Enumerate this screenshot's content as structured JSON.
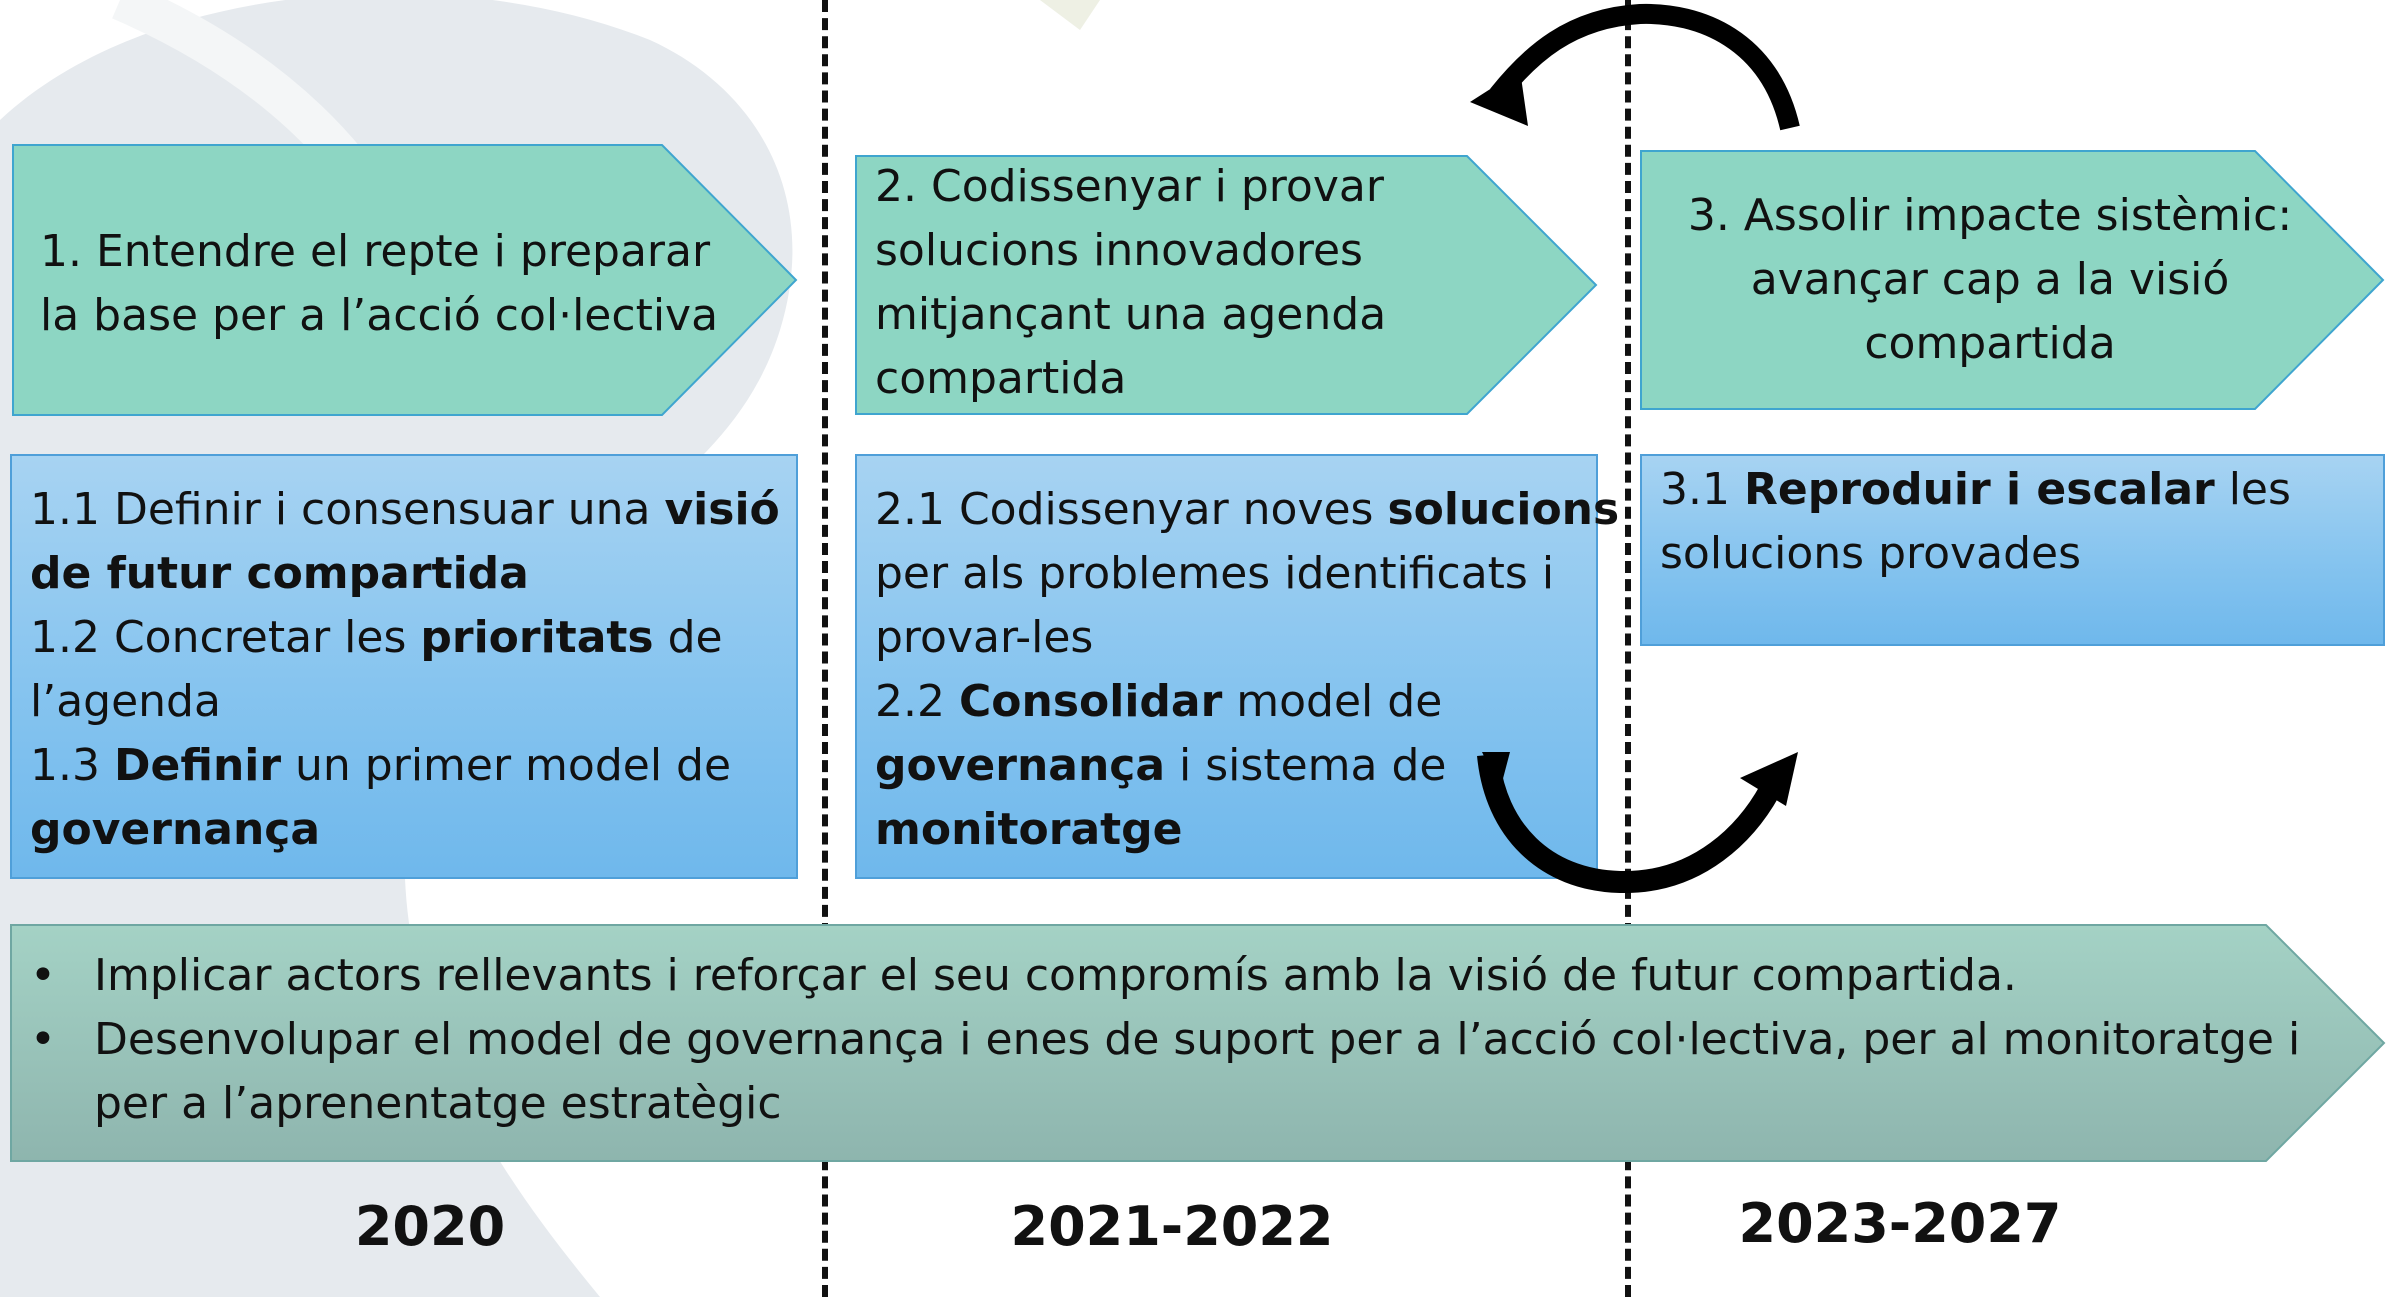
{
  "stages": [
    {
      "lines": [
        "1. Entendre el repte i preparar",
        "la base per a l’acció col·lectiva"
      ]
    },
    {
      "lines": [
        "2. Codissenyar i provar",
        "solucions innovadores",
        "mitjançant una agenda",
        "compartida"
      ]
    },
    {
      "lines": [
        "3. Assolir impacte sistèmic:",
        "avançar cap a la visió",
        "compartida"
      ]
    }
  ],
  "detail_boxes": [
    {
      "lines": [
        {
          "pre": "1.1 Definir i consensuar una ",
          "bold": "visió",
          "post": ""
        },
        {
          "pre": "",
          "bold": "de futur compartida",
          "post": ""
        },
        {
          "pre": "1.2 Concretar les ",
          "bold": "prioritats",
          "post": " de"
        },
        {
          "pre": "l’agenda",
          "bold": "",
          "post": ""
        },
        {
          "pre": "1.3 ",
          "bold": "Definir",
          "post": " un primer model de"
        },
        {
          "pre": "",
          "bold": "governança",
          "post": ""
        }
      ]
    },
    {
      "lines": [
        {
          "pre": "2.1 Codissenyar noves ",
          "bold": "solucions",
          "post": ""
        },
        {
          "pre": "per als problemes identificats i",
          "bold": "",
          "post": ""
        },
        {
          "pre": "provar-les",
          "bold": "",
          "post": ""
        },
        {
          "pre": "2.2 ",
          "bold": "Consolidar",
          "post": " model de"
        },
        {
          "pre": "",
          "bold": "governança",
          "post": " i sistema de"
        },
        {
          "pre": "",
          "bold": "monitoratge",
          "post": ""
        }
      ]
    },
    {
      "lines": [
        {
          "pre": "3.1 ",
          "bold": "Reproduir i escalar",
          "post": " les"
        },
        {
          "pre": "solucions provades",
          "bold": "",
          "post": ""
        }
      ]
    }
  ],
  "bottom_bullets": {
    "marker": "•",
    "items": [
      [
        "Implicar actors rellevants i reforçar el seu compromís amb la visió de futur compartida."
      ],
      [
        "Desenvolupar el model de governança i enes de suport per a l’acció col·lectiva, per al monitoratge i",
        "per a l’aprenentatge estratègic"
      ]
    ]
  },
  "years": [
    "2020",
    "2021-2022",
    "2023-2027"
  ],
  "colors": {
    "stage_fill": "#8dd6c3",
    "stage_border": "#3fa5cf",
    "box_fill_top": "#a7d3f2",
    "box_fill_bottom": "#6fb8ec",
    "bottom_fill_top": "#9fcfc2",
    "bottom_fill_bottom": "#8fb8b1",
    "arrow": "#000000",
    "background_shape": "#e4e9ec"
  },
  "icons": [
    "curved-arrow-left-icon",
    "curved-arrow-up-icon"
  ]
}
